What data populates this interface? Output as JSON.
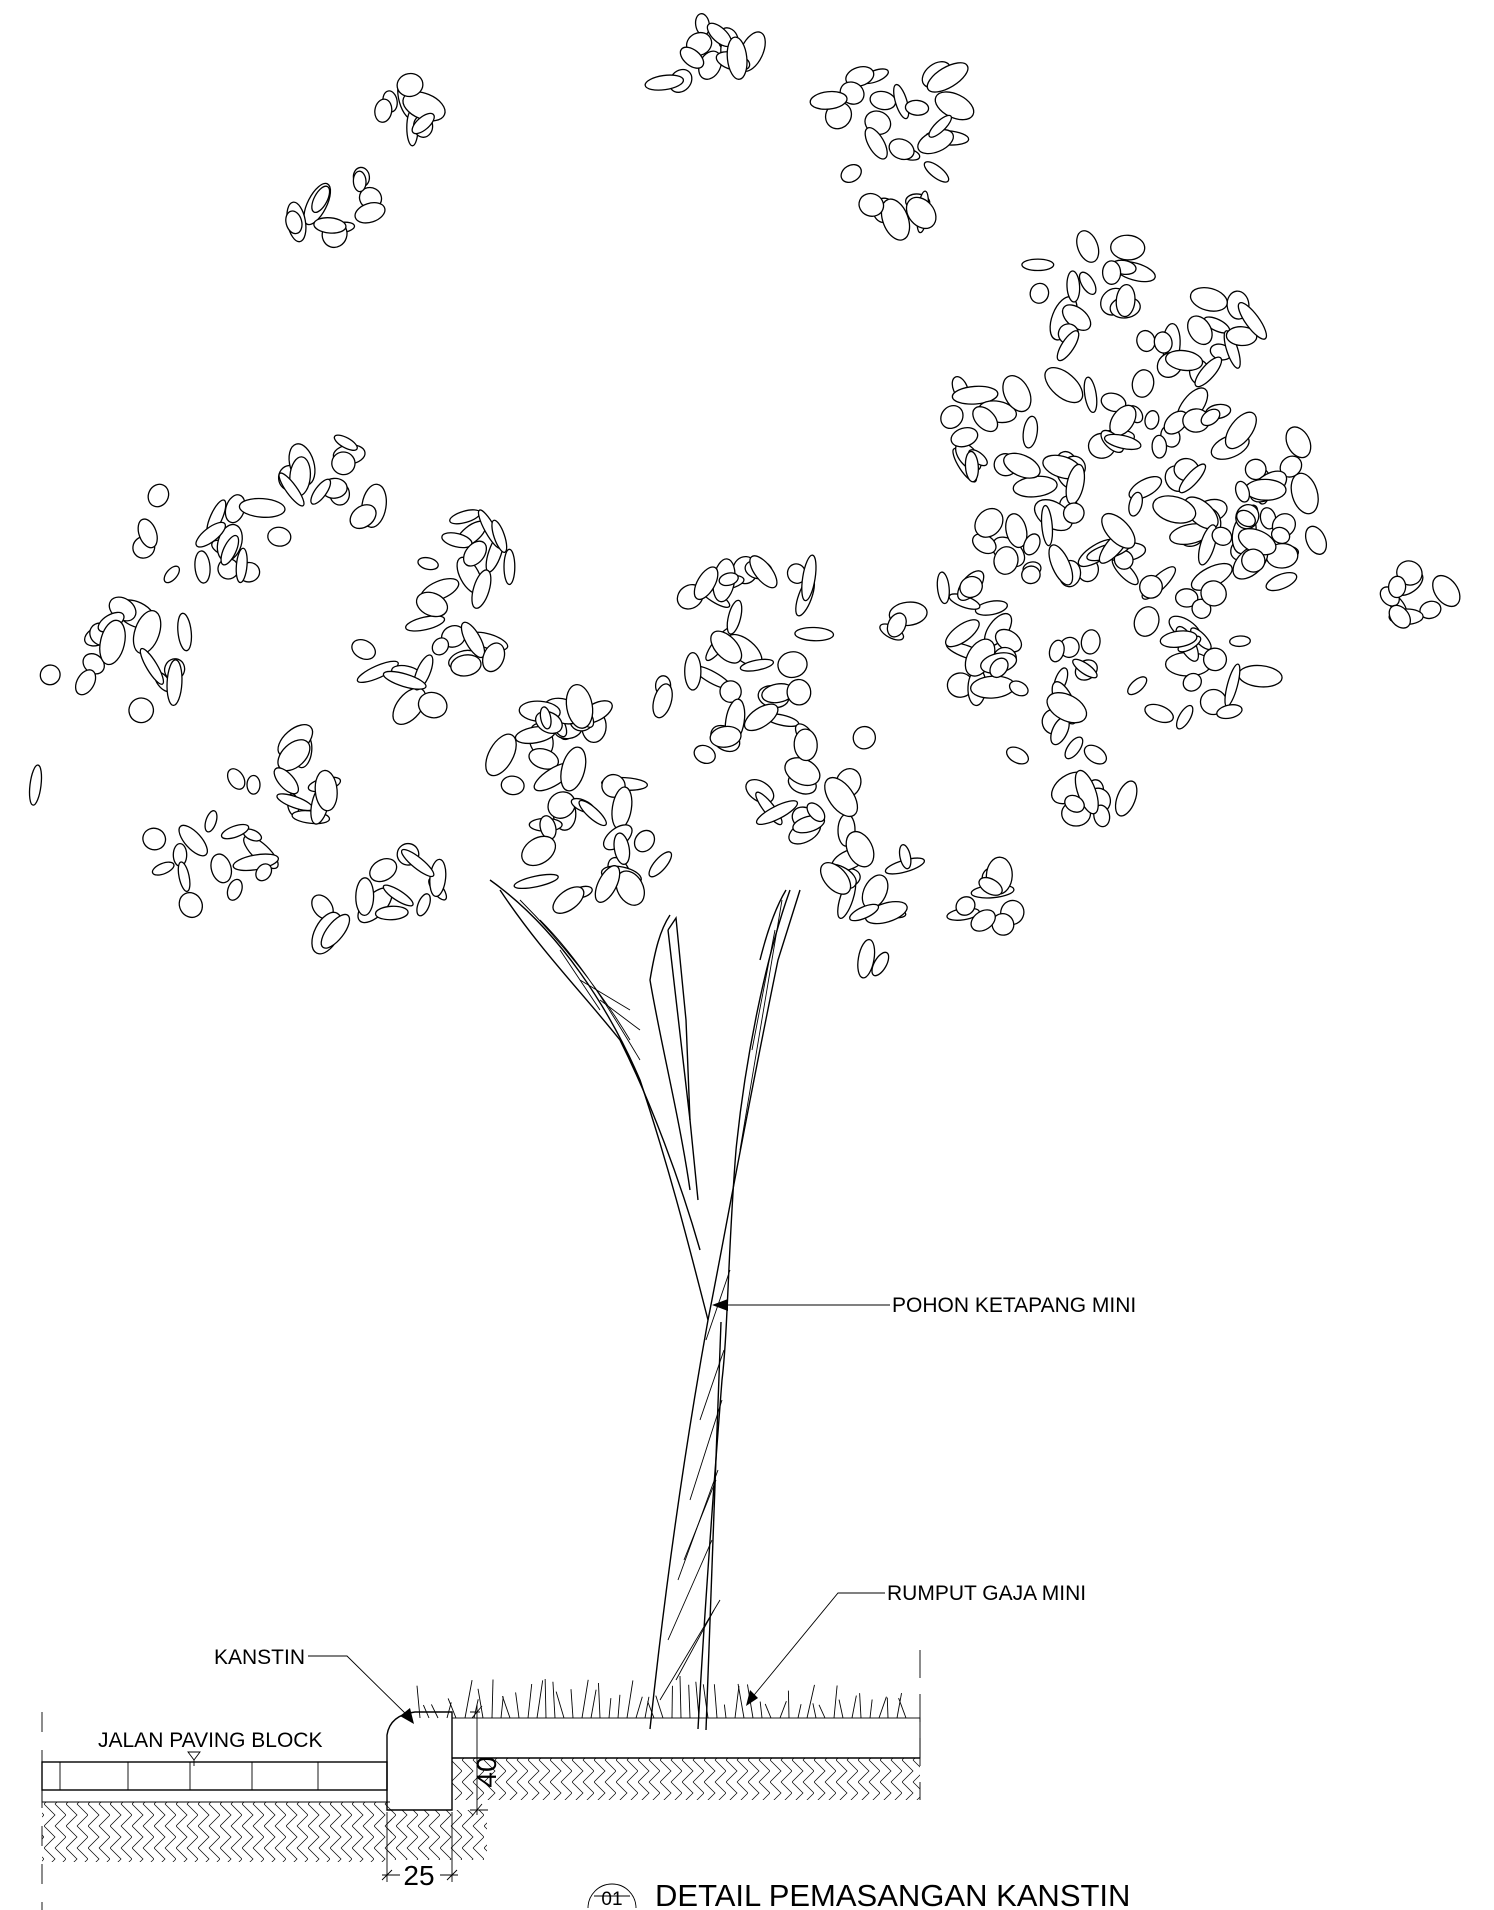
{
  "annotations": {
    "tree": "POHON KETAPANG MINI",
    "grass": "RUMPUT GAJA MINI",
    "curb": "KANSTIN",
    "paving": "JALAN PAVING BLOCK"
  },
  "dimensions": {
    "curb_height": "40",
    "curb_width": "25"
  },
  "title_block": {
    "number": "01",
    "title": "DETAIL PEMASANGAN KANSTIN"
  },
  "colors": {
    "line": "#000000",
    "background": "#ffffff"
  }
}
